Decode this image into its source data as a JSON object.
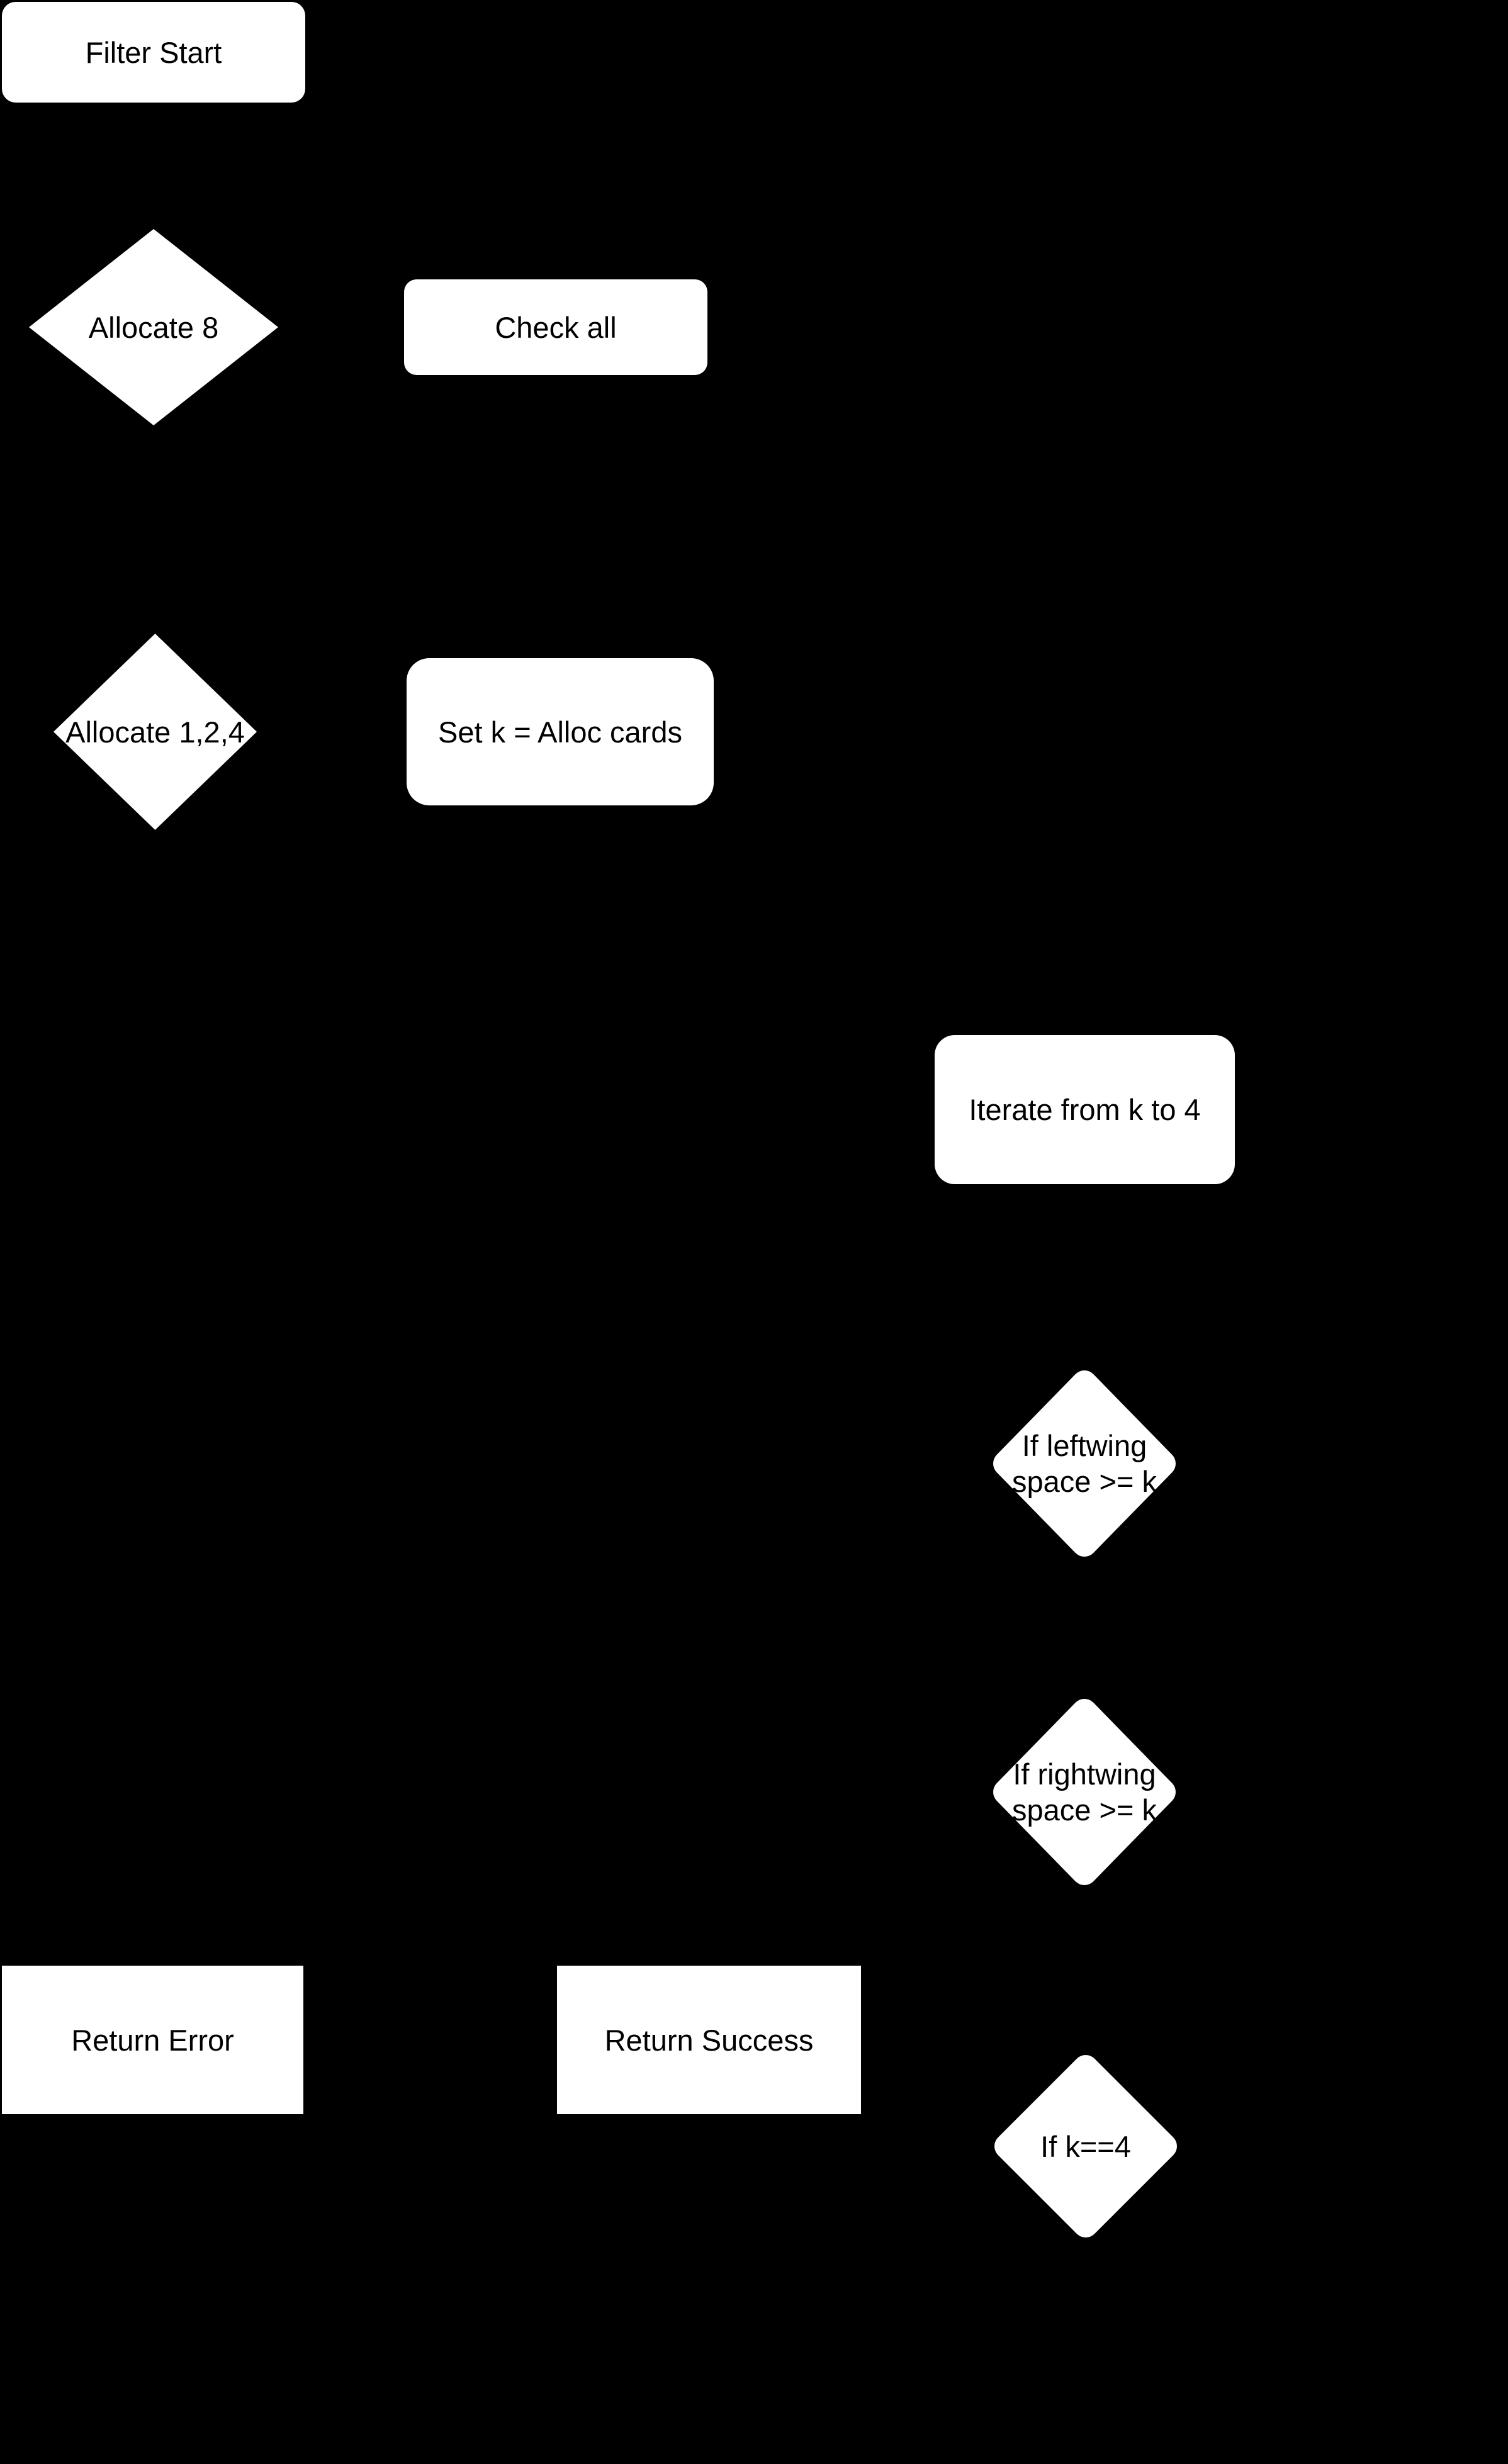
{
  "diagram": {
    "background_color": "#000000",
    "node_fill_color": "#ffffff",
    "node_text_color": "#000000",
    "nodes": {
      "filter_start": {
        "label": "Filter Start",
        "shape": "rounded-rectangle"
      },
      "allocate_8": {
        "label": "Allocate 8",
        "shape": "diamond"
      },
      "check_all": {
        "label": "Check all",
        "shape": "rounded-rectangle"
      },
      "allocate_1_2_4": {
        "label": "Allocate 1,2,4",
        "shape": "diamond"
      },
      "set_k": {
        "label": "Set k = Alloc cards",
        "shape": "rounded-rectangle"
      },
      "iterate_k_to_4": {
        "label": "Iterate from k to 4",
        "shape": "rounded-rectangle"
      },
      "if_leftwing": {
        "label": "If leftwing\nspace >= k",
        "shape": "rounded-diamond"
      },
      "if_rightwing": {
        "label": "If rightwing\nspace >= k",
        "shape": "rounded-diamond"
      },
      "return_error": {
        "label": "Return Error",
        "shape": "rectangle"
      },
      "return_success": {
        "label": "Return Success",
        "shape": "rectangle"
      },
      "if_k_equals_4": {
        "label": "If k==4",
        "shape": "rounded-diamond"
      }
    }
  }
}
